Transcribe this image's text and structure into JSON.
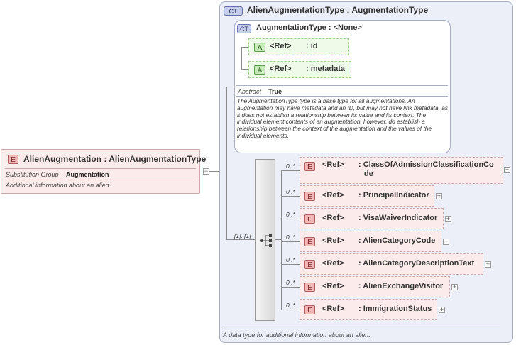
{
  "element": {
    "badge": "E",
    "title": "AlienAugmentation : AlienAugmentationType",
    "substitution_label": "Substitution Group",
    "substitution_value": "Augmentation",
    "description": "Additional information about an alien."
  },
  "complex_type": {
    "badge": "CT",
    "title": "AlienAugmentationType : AugmentationType",
    "footer": "A data type for additional information about an alien.",
    "base": {
      "badge": "CT",
      "title": "AugmentationType : <None>",
      "attributes": [
        {
          "badge": "A",
          "ref": "<Ref>",
          "name": ": id"
        },
        {
          "badge": "A",
          "ref": "<Ref>",
          "name": ": metadata"
        }
      ],
      "abstract_label": "Abstract",
      "abstract_value": "True",
      "documentation": "The AugmentationType type is a base type for all augmentations. An augmentation may have metadata and an ID, but may not have link metadata, as it does not establish a relationship between its value and its context. The individual element contents of an augmentation, however, do establish a relationship between the context of the augmentation and the values of the individual elements."
    },
    "sequence_cardinality": "[1]..[1]",
    "children": [
      {
        "badge": "E",
        "ref": "<Ref>",
        "name_line1": ": ClassOfAdmissionClassificationCo",
        "name_line2": "de",
        "cardinality": "0..*"
      },
      {
        "badge": "E",
        "ref": "<Ref>",
        "name": ": PrincipalIndicator",
        "cardinality": "0..*"
      },
      {
        "badge": "E",
        "ref": "<Ref>",
        "name": ": VisaWaiverIndicator",
        "cardinality": "0..*"
      },
      {
        "badge": "E",
        "ref": "<Ref>",
        "name": ": AlienCategoryCode",
        "cardinality": "0..*"
      },
      {
        "badge": "E",
        "ref": "<Ref>",
        "name": ": AlienCategoryDescriptionText",
        "cardinality": "0..*"
      },
      {
        "badge": "E",
        "ref": "<Ref>",
        "name": ": AlienExchangeVisitor",
        "cardinality": "0..*"
      },
      {
        "badge": "E",
        "ref": "<Ref>",
        "name": ": ImmigrationStatus",
        "cardinality": "0..*"
      }
    ]
  },
  "colors": {
    "element_fill": "#fcebeb",
    "complex_type_fill": "#eceff7",
    "attribute_fill": "#eefbe8"
  }
}
